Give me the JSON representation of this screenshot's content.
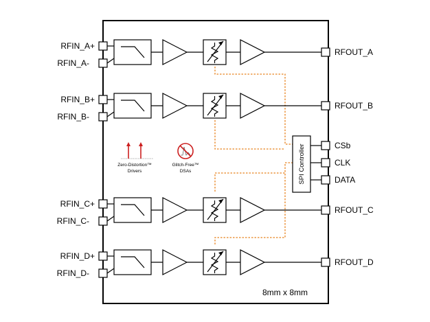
{
  "inputs": [
    {
      "pos": "RFIN_A+",
      "neg": "RFIN_A-"
    },
    {
      "pos": "RFIN_B+",
      "neg": "RFIN_B-"
    },
    {
      "pos": "RFIN_C+",
      "neg": "RFIN_C-"
    },
    {
      "pos": "RFIN_D+",
      "neg": "RFIN_D-"
    }
  ],
  "outputs": [
    "RFOUT_A",
    "RFOUT_B",
    "RFOUT_C",
    "RFOUT_D"
  ],
  "control_pins": [
    "CSb",
    "CLK",
    "DATA"
  ],
  "spi_controller_label": "SPI Controller",
  "feature_zero_distortion": {
    "line1": "Zero-Distortion™",
    "line2": "Drivers"
  },
  "feature_glitch_free": {
    "line1": "Glitch-Free™",
    "line2": "DSAs"
  },
  "package_size": "8mm x 8mm",
  "colors": {
    "control_line": "#e8821e",
    "feature_red": "#cc1f1f"
  }
}
